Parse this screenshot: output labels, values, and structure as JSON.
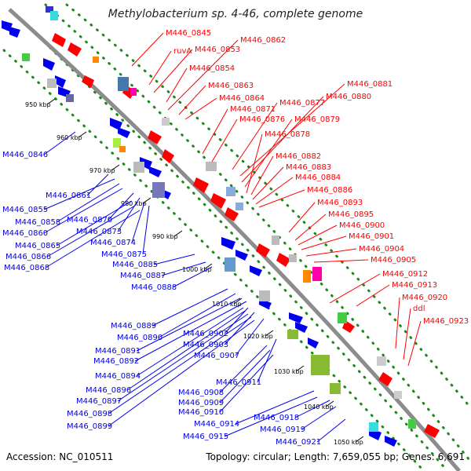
{
  "title": "Methylobacterium sp. 4-46, complete genome",
  "accession": "Accession: NC_010511",
  "summary": "Topology: circular; Length: 7,659,055 bp; Genes: 6,691",
  "colors": {
    "forward": "#ff0000",
    "reverse": "#0000ee",
    "backbone": "#8c8c8c",
    "ticks": "#1a8a1a"
  },
  "ticks": [
    "950 kbp",
    "960 kbp",
    "970 kbp",
    "980 kbp",
    "990 kbp",
    "1000 kbp",
    "1010 kbp",
    "1020 kbp",
    "1030 kbp",
    "1040 kbp",
    "1050 kbp"
  ],
  "forward_genes": [
    "M446_0845",
    "ruvA",
    "M446_0853",
    "M446_0854",
    "M446_0862",
    "M446_0863",
    "M446_0864",
    "M446_0871",
    "M446_0876",
    "M446_0877",
    "M446_0881",
    "M446_0880",
    "M446_0879",
    "M446_0878",
    "M446_0882",
    "M446_0883",
    "M446_0884",
    "M446_0886",
    "M446_0893",
    "M446_0895",
    "M446_0900",
    "M446_0901",
    "M446_0904",
    "M446_0905",
    "M446_0912",
    "M446_0913",
    "M446_0920",
    "ddl",
    "M446_0923"
  ],
  "reverse_genes": [
    "M446_0846",
    "M446_0861",
    "M446_0855",
    "M446_0858",
    "M446_0860",
    "M446_0870",
    "M446_0873",
    "M446_0865",
    "M446_0874",
    "M446_0866",
    "M446_0875",
    "M446_0868",
    "M446_0885",
    "M446_0887",
    "M446_0888",
    "M446_0889",
    "M446_0890",
    "M446_0891",
    "M446_0892",
    "M446_0902",
    "M446_0903",
    "M446_0907",
    "M446_0894",
    "M446_0896",
    "M446_0911",
    "M446_0897",
    "M446_0898",
    "M446_0908",
    "M446_0909",
    "M446_0910",
    "M446_0899",
    "M446_0914",
    "M446_0915",
    "M446_0918",
    "M446_0919",
    "M446_0921"
  ]
}
